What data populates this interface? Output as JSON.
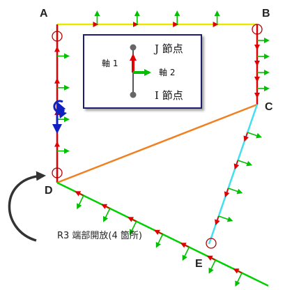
{
  "nodes": {
    "a": "A",
    "b": "B",
    "c": "C",
    "d": "D",
    "e": "E"
  },
  "legend": {
    "j_node": "J 節点",
    "i_node": "I 節点",
    "axis1": "軸 1",
    "axis2": "軸 2"
  },
  "note": "R3 端部開放(4 箇所)",
  "colors": {
    "member_top": "#e8e800",
    "member_left": "#e00000",
    "member_right": "#e00000",
    "member_diagonal": "#f08020",
    "member_bottom": "#00d000",
    "member_ce": "#40e0f0",
    "axis1_arrow": "#e00000",
    "axis2_arrow": "#00c000",
    "release_marker": "#b00000",
    "moment_arrow": "#1020c0",
    "legend_border": "#1a1a6e"
  }
}
